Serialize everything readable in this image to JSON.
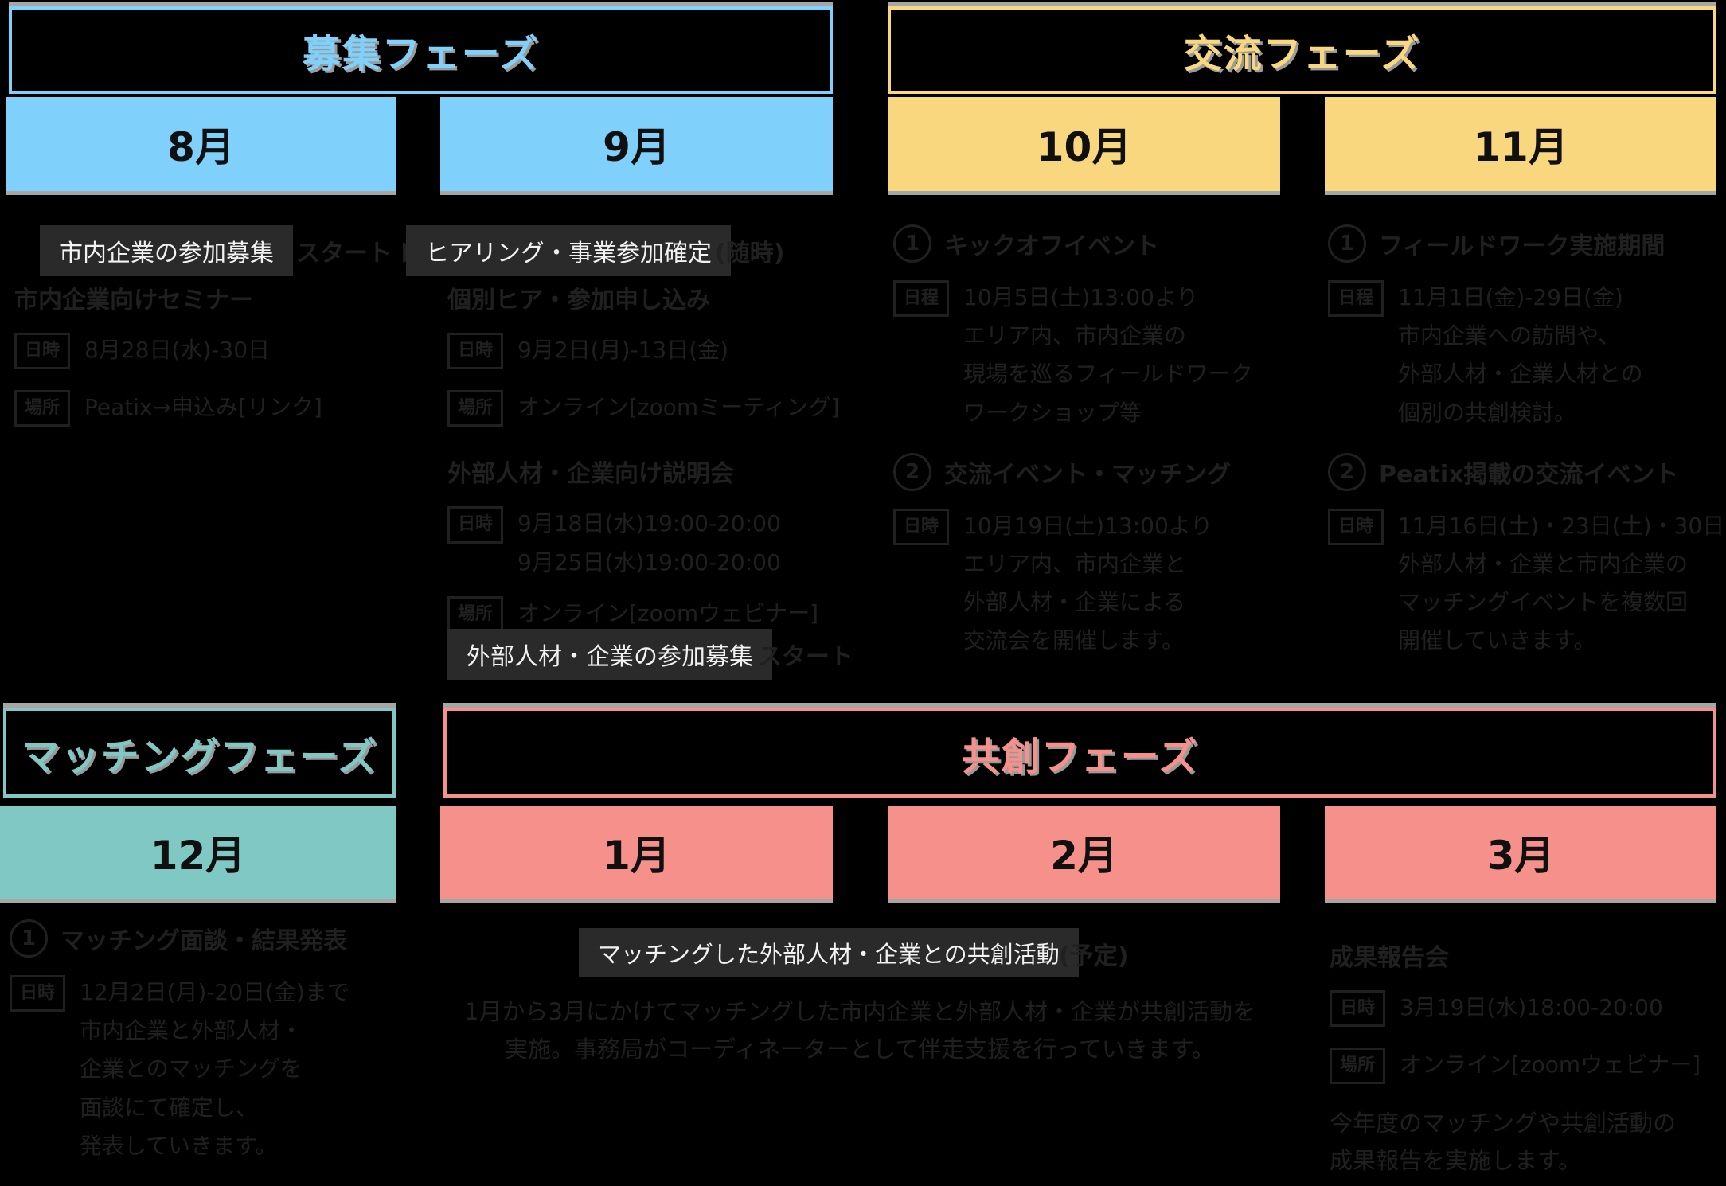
{
  "palette": {
    "background": "#000000",
    "recruit_blue": "#7fd0fa",
    "exchange_yellow": "#f9d77e",
    "matching_teal": "#80c8c4",
    "cocreate_pink": "#f5918a",
    "shadow_gray": "#a6a6a6",
    "badge_dark": "#2a2a2a",
    "hidden_text": "#202020"
  },
  "phases": [
    {
      "title": "募集フェーズ",
      "color": "#7fd0fa",
      "months": [
        "8月",
        "9月"
      ]
    },
    {
      "title": "交流フェーズ",
      "color": "#f9d77e",
      "months": [
        "10月",
        "11月"
      ]
    },
    {
      "title": "マッチングフェーズ",
      "color": "#80c8c4",
      "months": [
        "12月"
      ]
    },
    {
      "title": "共創フェーズ",
      "color": "#f5918a",
      "months": [
        "1月",
        "2月",
        "3月"
      ]
    }
  ],
  "badges": {
    "city": {
      "label": "市内企業の参加募集",
      "suffix": "スタート",
      "arrow": "▶"
    },
    "hearing": {
      "label": "ヒアリング・事業参加確定",
      "suffix": "(随時)"
    },
    "external": {
      "label": "外部人材・企業の参加募集",
      "suffix": "スタート"
    },
    "cocreation": {
      "label": "マッチングした外部人材・企業との共創活動",
      "suffix": "(予定)"
    }
  },
  "columns": {
    "aug": {
      "events": [
        {
          "heading": "市内企業向けセミナー",
          "rows": [
            {
              "tag": "日時",
              "lines": [
                "8月28日(水)-30日"
              ]
            },
            {
              "tag": "場所",
              "lines": [
                "Peatix→申込み[リンク]"
              ]
            }
          ]
        }
      ]
    },
    "sep": {
      "events": [
        {
          "heading": "個別ヒア・参加申し込み",
          "rows": [
            {
              "tag": "日時",
              "lines": [
                "9月2日(月)-13日(金)"
              ]
            },
            {
              "tag": "場所",
              "lines": [
                "オンライン[zoomミーティング]"
              ]
            }
          ]
        },
        {
          "heading": "外部人材・企業向け説明会",
          "rows": [
            {
              "tag": "日時",
              "lines": [
                "9月18日(水)19:00-20:00",
                "9月25日(水)19:00-20:00"
              ]
            },
            {
              "tag": "場所",
              "lines": [
                "オンライン[zoomウェビナー]"
              ]
            }
          ]
        }
      ]
    },
    "oct": {
      "events": [
        {
          "num": "1",
          "heading": "キックオフイベント",
          "rows": [
            {
              "tag": "日程",
              "lines": [
                "10月5日(土)13:00より",
                "エリア内、市内企業の",
                "現場を巡るフィールドワーク",
                "ワークショップ等"
              ]
            }
          ]
        },
        {
          "num": "2",
          "heading": "交流イベント・マッチング",
          "rows": [
            {
              "tag": "日時",
              "lines": [
                "10月19日(土)13:00より",
                "エリア内、市内企業と",
                "外部人材・企業による",
                "交流会を開催します。"
              ]
            }
          ]
        }
      ]
    },
    "nov": {
      "events": [
        {
          "num": "1",
          "heading": "フィールドワーク実施期間",
          "rows": [
            {
              "tag": "日程",
              "lines": [
                "11月1日(金)-29日(金)",
                "市内企業への訪問や、",
                "外部人材・企業人材との",
                "個別の共創検討。"
              ]
            }
          ]
        },
        {
          "num": "2",
          "heading": "Peatix掲載の交流イベント",
          "rows": [
            {
              "tag": "日時",
              "lines": [
                "11月16日(土)・23日(土)・30日",
                "外部人材・企業と市内企業の",
                "マッチングイベントを複数回",
                "開催していきます。"
              ]
            }
          ]
        }
      ]
    },
    "dec": {
      "events": [
        {
          "num": "1",
          "heading": "マッチング面談・結果発表",
          "rows": [
            {
              "tag": "日時",
              "lines": [
                "12月2日(月)-20日(金)まで",
                "市内企業と外部人材・",
                "企業とのマッチングを",
                "面談にて確定し、",
                "発表していきます。"
              ]
            }
          ]
        }
      ]
    },
    "jan_feb": {
      "paragraph": [
        "1月から3月にかけてマッチングした市内企業と外部人材・企業が共創活動を",
        "実施。事務局がコーディネーターとして伴走支援を行っていきます。"
      ]
    },
    "mar": {
      "heading": "成果報告会",
      "rows": [
        {
          "tag": "日時",
          "lines": [
            "3月19日(水)18:00-20:00"
          ]
        },
        {
          "tag": "場所",
          "lines": [
            "オンライン[zoomウェビナー]"
          ]
        }
      ],
      "paragraph": [
        "今年度のマッチングや共創活動の",
        "成果報告を実施します。"
      ]
    }
  }
}
